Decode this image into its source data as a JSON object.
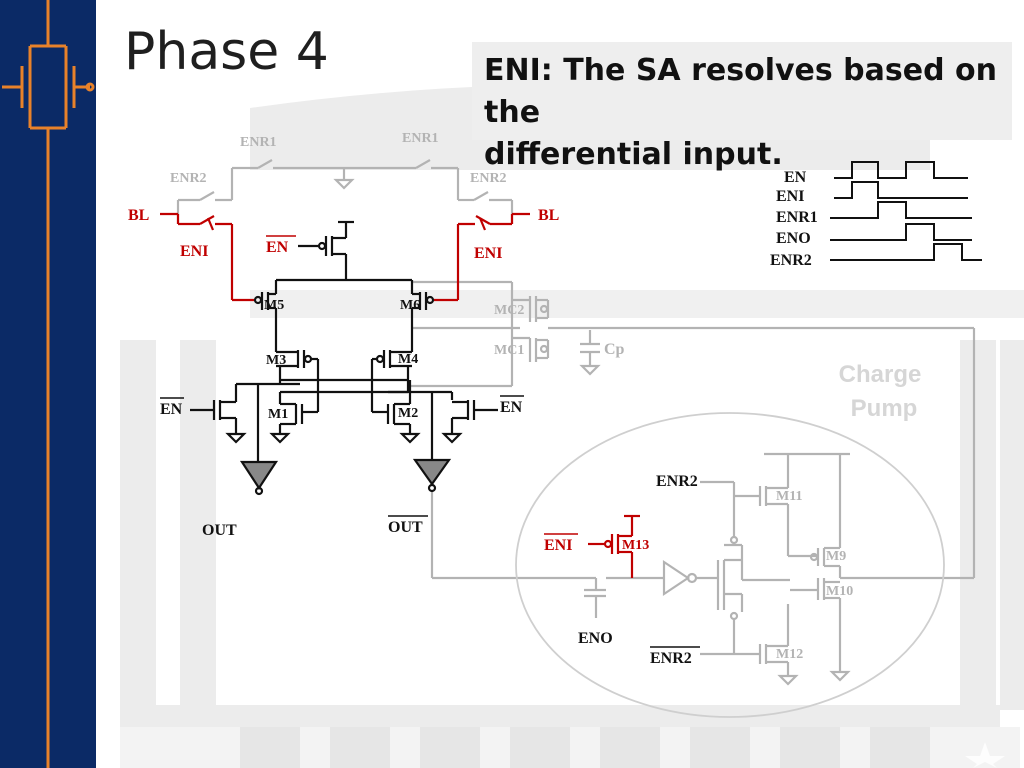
{
  "slide": {
    "title": "Phase 4",
    "callout_line1": "ENI: The SA resolves based on the",
    "callout_line2": "differential input."
  },
  "colors": {
    "sidebar": "#0b2a66",
    "accent_orange": "#e8822a",
    "signal_red": "#c00000",
    "inactive_gray": "#b3b3b3",
    "wire_black": "#111111",
    "watermark": "#ececec"
  },
  "icons": [
    "transistor-logo-icon",
    "star-icon"
  ],
  "circuit": {
    "enr1_left": "ENR1",
    "enr1_right": "ENR1",
    "enr2_left": "ENR2",
    "enr2_right": "ENR2",
    "bl_left": "BL",
    "bl_right": "BL",
    "eni_left": "ENI",
    "eni_right": "ENI",
    "en_top": "EN",
    "m5": "M5",
    "m6": "M6",
    "m3": "M3",
    "m4": "M4",
    "m1": "M1",
    "m2": "M2",
    "en_left": "EN",
    "en_right": "EN",
    "mc2": "MC2",
    "mc1": "MC1",
    "cp": "Cp",
    "out": "OUT",
    "out_bar": "OUT",
    "charge_pump_line1": "Charge",
    "charge_pump_line2": "Pump",
    "cp_enr2": "ENR2",
    "cp_eni": "ENI",
    "m13": "M13",
    "eno": "ENO",
    "enr2_bar": "ENR2",
    "m11": "M11",
    "m9": "M9",
    "m10": "M10",
    "m12": "M12"
  },
  "timing": {
    "signals": [
      "EN",
      "ENI",
      "ENR1",
      "ENO",
      "ENR2"
    ]
  }
}
